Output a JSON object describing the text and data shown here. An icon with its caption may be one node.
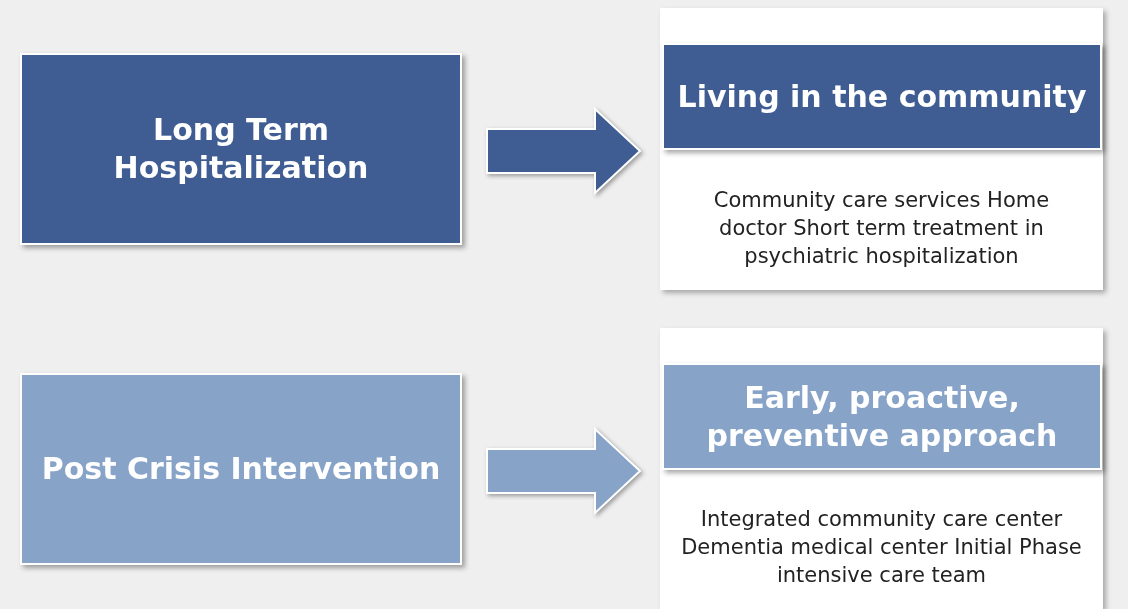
{
  "diagram": {
    "nodes": [
      {
        "text": [
          "Long Term Hospitalization"
        ]
      },
      {
        "text": [
          "Community care services Home doctor Short term treatment in psychiatric hospitalization"
        ]
      },
      {
        "text": [
          "Living in the community"
        ],
        "in": 1
      },
      {
        "text": [
          "Post Crisis Intervention"
        ]
      },
      {
        "text": [
          "Integrated community care center Dementia medical center Initial Phase intensive care team"
        ]
      },
      {
        "text": [
          "Early, proactive, preventive approach"
        ],
        "in": 4
      }
    ],
    "edges": [
      {
        "from": 0,
        "to": 1,
        "arrow": "to",
        "style": "thick",
        "color": "#3f5d93"
      },
      {
        "from": 3,
        "to": 4,
        "arrow": "to",
        "style": "thick",
        "color": "#87a3c8"
      }
    ]
  }
}
